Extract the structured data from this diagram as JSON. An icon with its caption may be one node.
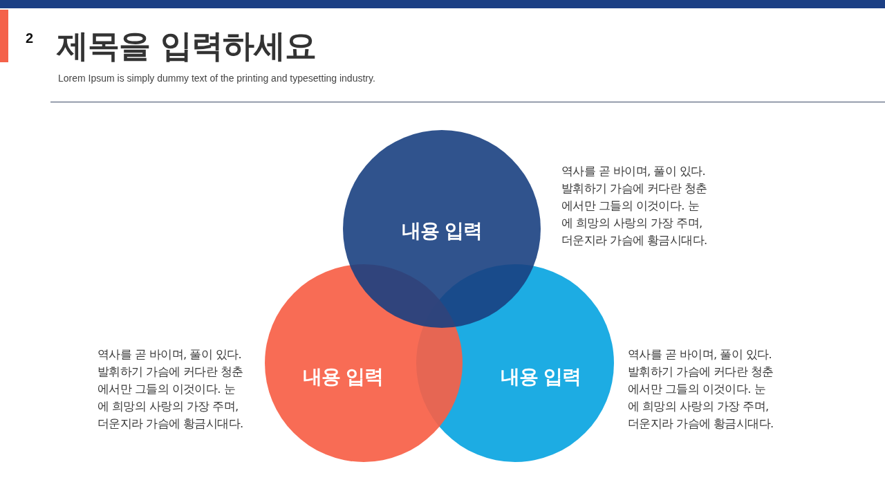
{
  "diagram": {
    "title": "제목을 입력하세요",
    "nodes": [
      {
        "text": [
          "내용 입력"
        ],
        "beside": [
          "역사를 곧 바이며, 풀이 있다. 발휘하기 가슴에 커다란 청춘 에서만 그들의 이것이다. 눈 에 희망의 사랑의 가장 주며, 더운지라 가슴에 황금시대다."
        ]
      },
      {
        "text": [
          "내용 입력"
        ],
        "beside": [
          "역사를 곧 바이며, 풀이 있다. 발휘하기 가슴에 커다란 청춘 에서만 그들의 이것이다. 눈 에 희망의 사랑의 가장 주며, 더운지라 가슴에 황금시대다."
        ]
      },
      {
        "text": [
          "내용 입력"
        ],
        "beside": [
          "역사를 곧 바이며, 풀이 있다. 발휘하기 가슴에 커다란 청춘 에서만 그들의 이것이다. 눈 에 희망의 사랑의 가장 주며, 더운지라 가슴에 황금시대다."
        ]
      }
    ],
    "labels": [
      "2",
      "Lorem Ipsum is simply dummy text of the printing and typesetting industry."
    ]
  }
}
